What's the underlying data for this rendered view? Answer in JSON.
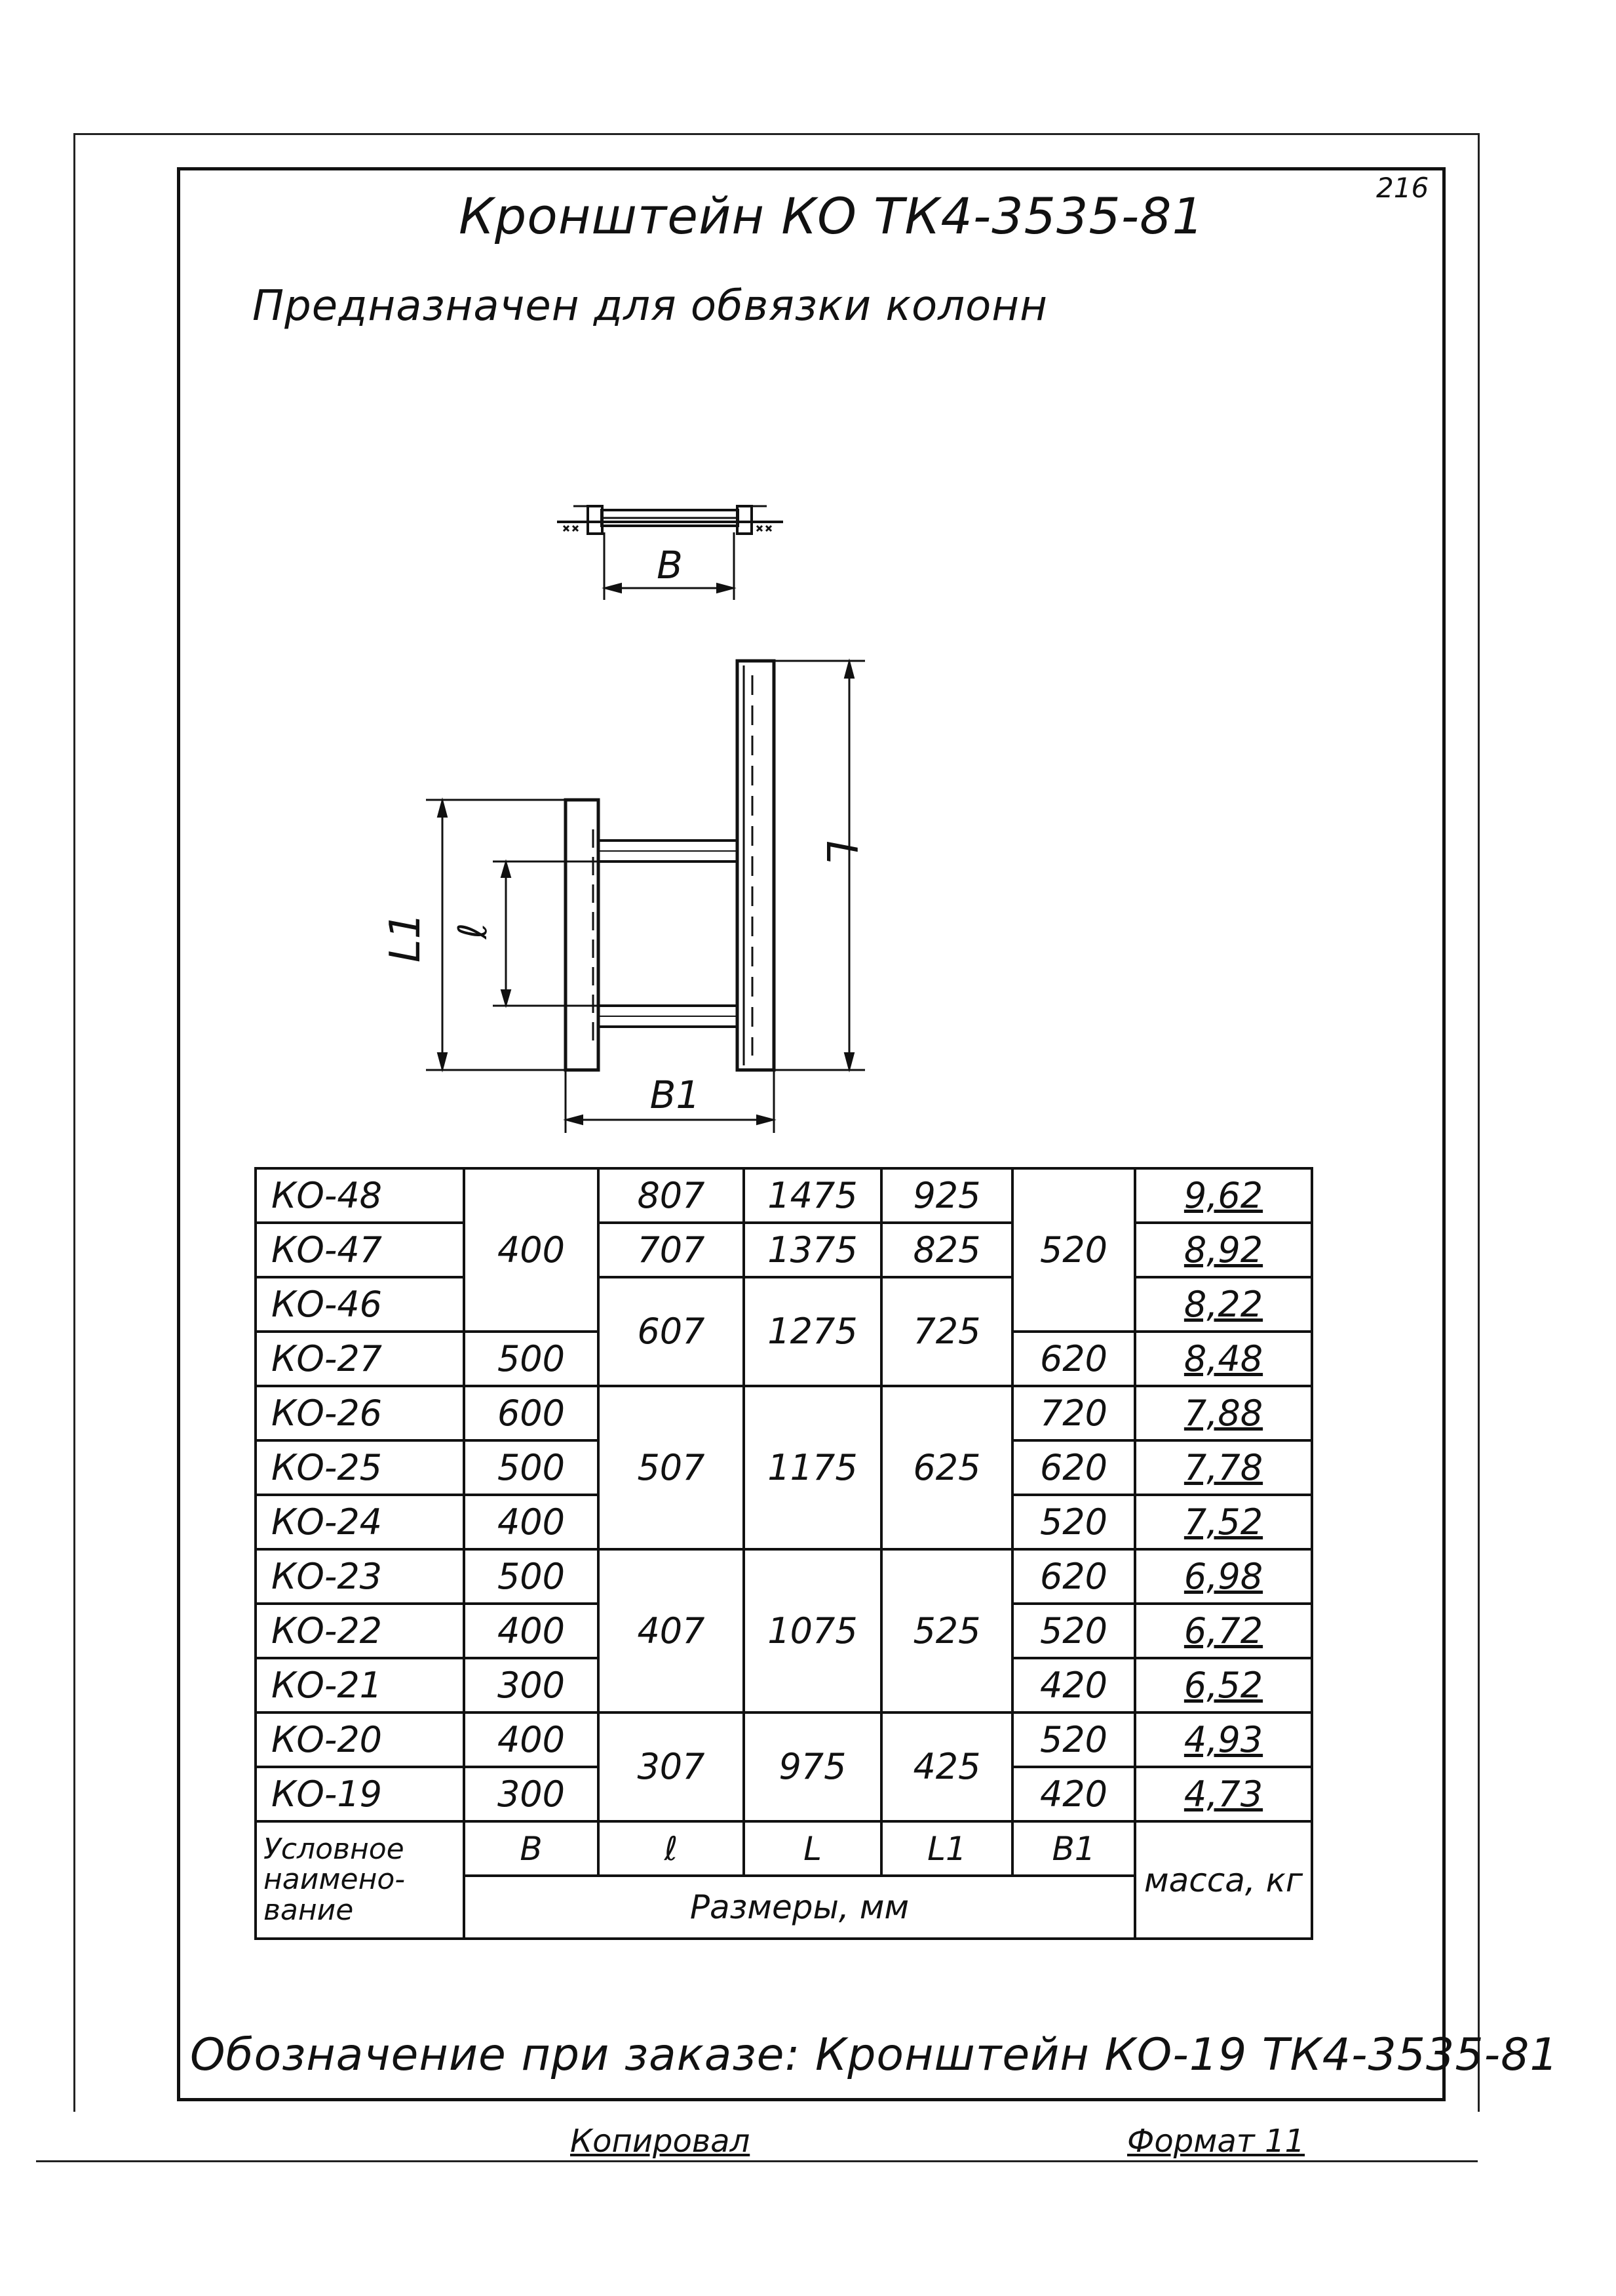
{
  "page_number": "216",
  "title": "Кронштейн КО  ТК4-3535-81",
  "purpose": "Предназначен для обвязки колонн",
  "drawing": {
    "label_B": "B",
    "label_L": "L",
    "label_L1": "L1",
    "label_l": "ℓ",
    "label_B1": "B1"
  },
  "table": {
    "rows": [
      {
        "name": "КО-48",
        "mass": "9,62"
      },
      {
        "name": "КО-47",
        "mass": "8,92"
      },
      {
        "name": "КО-46",
        "mass": "8,22"
      },
      {
        "name": "КО-27",
        "mass": "8,48"
      },
      {
        "name": "КО-26",
        "mass": "7,88"
      },
      {
        "name": "КО-25",
        "mass": "7,78"
      },
      {
        "name": "КО-24",
        "mass": "7,52"
      },
      {
        "name": "КО-23",
        "mass": "6,98"
      },
      {
        "name": "КО-22",
        "mass": "6,72"
      },
      {
        "name": "КО-21",
        "mass": "6,52"
      },
      {
        "name": "КО-20",
        "mass": "4,93"
      },
      {
        "name": "КО-19",
        "mass": "4,73"
      }
    ],
    "B_values": [
      "400",
      "500",
      "600",
      "500",
      "400",
      "500",
      "400",
      "300",
      "400",
      "300"
    ],
    "l_values": [
      "807",
      "707",
      "607",
      "507",
      "407",
      "307"
    ],
    "L_values": [
      "1475",
      "1375",
      "1275",
      "1175",
      "1075",
      "975"
    ],
    "L1_values": [
      "925",
      "825",
      "725",
      "625",
      "525",
      "425"
    ],
    "B1_values": [
      "520",
      "620",
      "720",
      "620",
      "520",
      "620",
      "520",
      "420",
      "520",
      "420"
    ],
    "header": {
      "name": "Условное наимено-вание",
      "B": "B",
      "l": "ℓ",
      "L": "L",
      "L1": "L1",
      "B1": "B1",
      "sizes": "Размеры, мм",
      "mass": "масса, кг"
    }
  },
  "order_note": "Обозначение при заказе: Кронштейн КО-19 ТК4-3535-81",
  "footer": {
    "copied": "Копировал",
    "format": "Формат 11"
  }
}
